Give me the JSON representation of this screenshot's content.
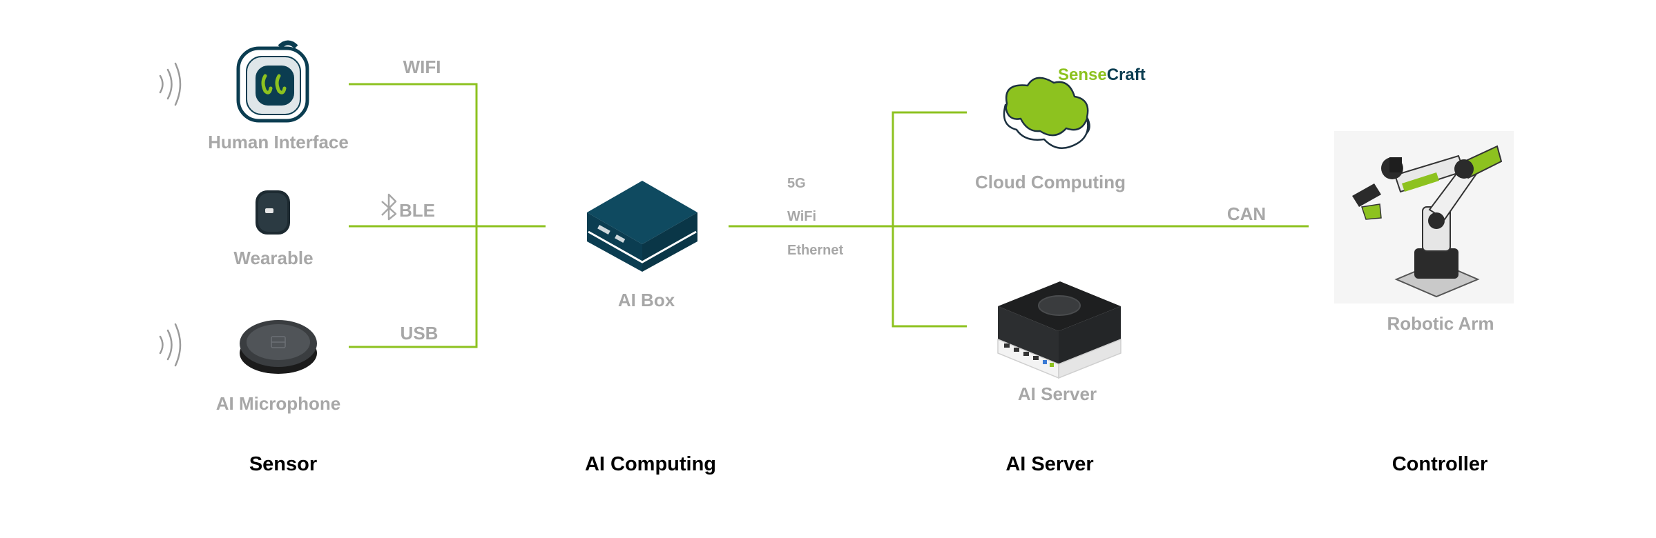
{
  "colors": {
    "link": "#8dc21f",
    "device_dark": "#0b3d51",
    "label_gray": "#a7a7a7",
    "heading": "#000000"
  },
  "sensor": {
    "human_interface": "Human Interface",
    "wearable": "Wearable",
    "ai_microphone": "AI Microphone",
    "wifi": "WIFI",
    "ble": "BLE",
    "usb": "USB"
  },
  "computing": {
    "ai_box": "AI Box",
    "link_5g": "5G",
    "link_wifi": "WiFi",
    "link_ethernet": "Ethernet"
  },
  "server": {
    "brand_sense": "Sense",
    "brand_craft": "Craft",
    "cloud_computing": "Cloud Computing",
    "ai_server": "AI Server"
  },
  "controller": {
    "can": "CAN",
    "robotic_arm": "Robotic Arm"
  },
  "columns": {
    "sensor": "Sensor",
    "ai_computing": "AI Computing",
    "ai_server": "AI Server",
    "controller": "Controller"
  },
  "icons": [
    "sound-wave-icon",
    "human-interface-device-icon",
    "wearable-device-icon",
    "microphone-device-icon",
    "bluetooth-icon",
    "ai-box-icon",
    "cloud-icon",
    "ai-server-icon",
    "robotic-arm-icon"
  ]
}
